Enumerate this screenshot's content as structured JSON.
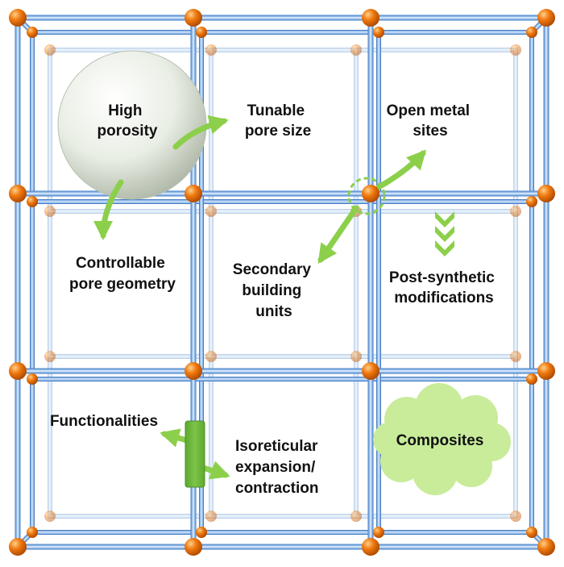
{
  "labels": {
    "high_porosity": [
      "High",
      "porosity"
    ],
    "tunable_pore_size": [
      "Tunable",
      "pore size"
    ],
    "open_metal_sites": [
      "Open metal",
      "sites"
    ],
    "controllable_pore_geometry": [
      "Controllable",
      "pore geometry"
    ],
    "secondary_building_units": [
      "Secondary",
      "building",
      "units"
    ],
    "post_synthetic_modifications": [
      "Post-synthetic",
      "modifications"
    ],
    "functionalities": [
      "Functionalities"
    ],
    "isoreticular": [
      "Isoreticular",
      "expansion/",
      "contraction"
    ],
    "composites": [
      "Composites"
    ]
  },
  "colors": {
    "rod": "#8fb8e8",
    "rod_edge": "#4a7fc4",
    "node": "#f07a10",
    "arrow": "#8ccf4a",
    "sphere": "#e6ebe0",
    "cloud": "#c8ec9a",
    "bar": "#6fb43c"
  }
}
